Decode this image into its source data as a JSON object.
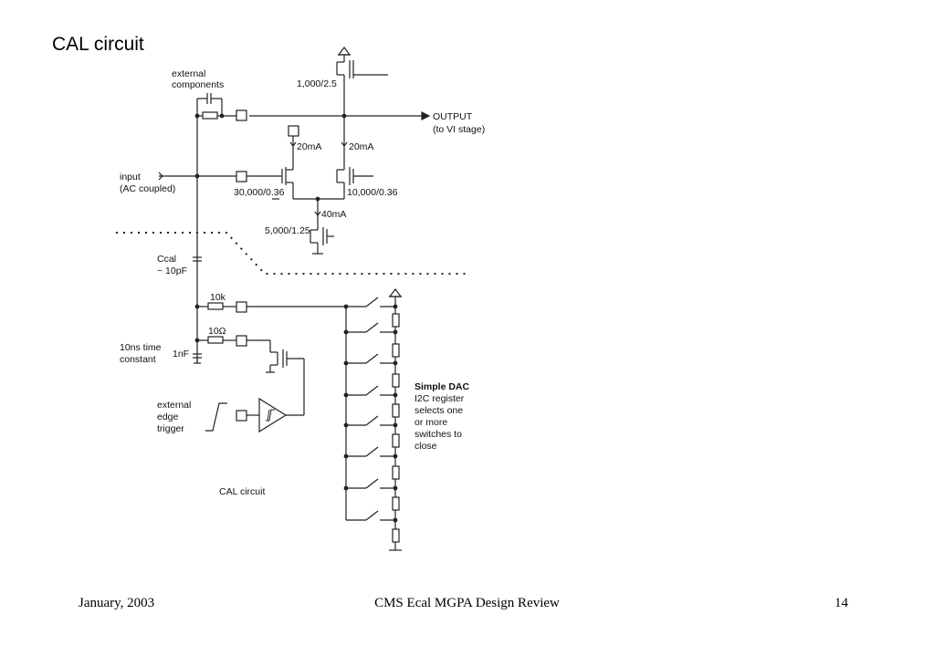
{
  "title": "CAL circuit",
  "footer": {
    "date": "January, 2003",
    "center": "CMS Ecal MGPA Design Review",
    "page": "14"
  },
  "schematic": {
    "labels": {
      "external_components_1": "external",
      "external_components_2": "components",
      "mos_top": "1,000/2.5",
      "output_1": "OUTPUT",
      "output_2": "(to VI stage)",
      "current_left": "20mA",
      "current_right": "20mA",
      "input_1": "input",
      "input_2": "(AC coupled)",
      "mos_left": "30,000/0.36",
      "mos_right": "10,000/0.36",
      "current_tail": "40mA",
      "mos_tail": "5,000/1.25",
      "ccal_1": "Ccal",
      "ccal_2": "~ 10pF",
      "r_10k": "10k",
      "r_10ohm": "10Ω",
      "time_const_1": "10ns time",
      "time_const_2": "constant",
      "cap_1nf": "1nF",
      "trigger_1": "external",
      "trigger_2": "edge",
      "trigger_3": "trigger",
      "dac_title": "Simple DAC",
      "dac_1": "I2C register",
      "dac_2": "selects one",
      "dac_3": "or more",
      "dac_4": "switches to",
      "dac_5": "close",
      "caption": "CAL circuit"
    }
  }
}
